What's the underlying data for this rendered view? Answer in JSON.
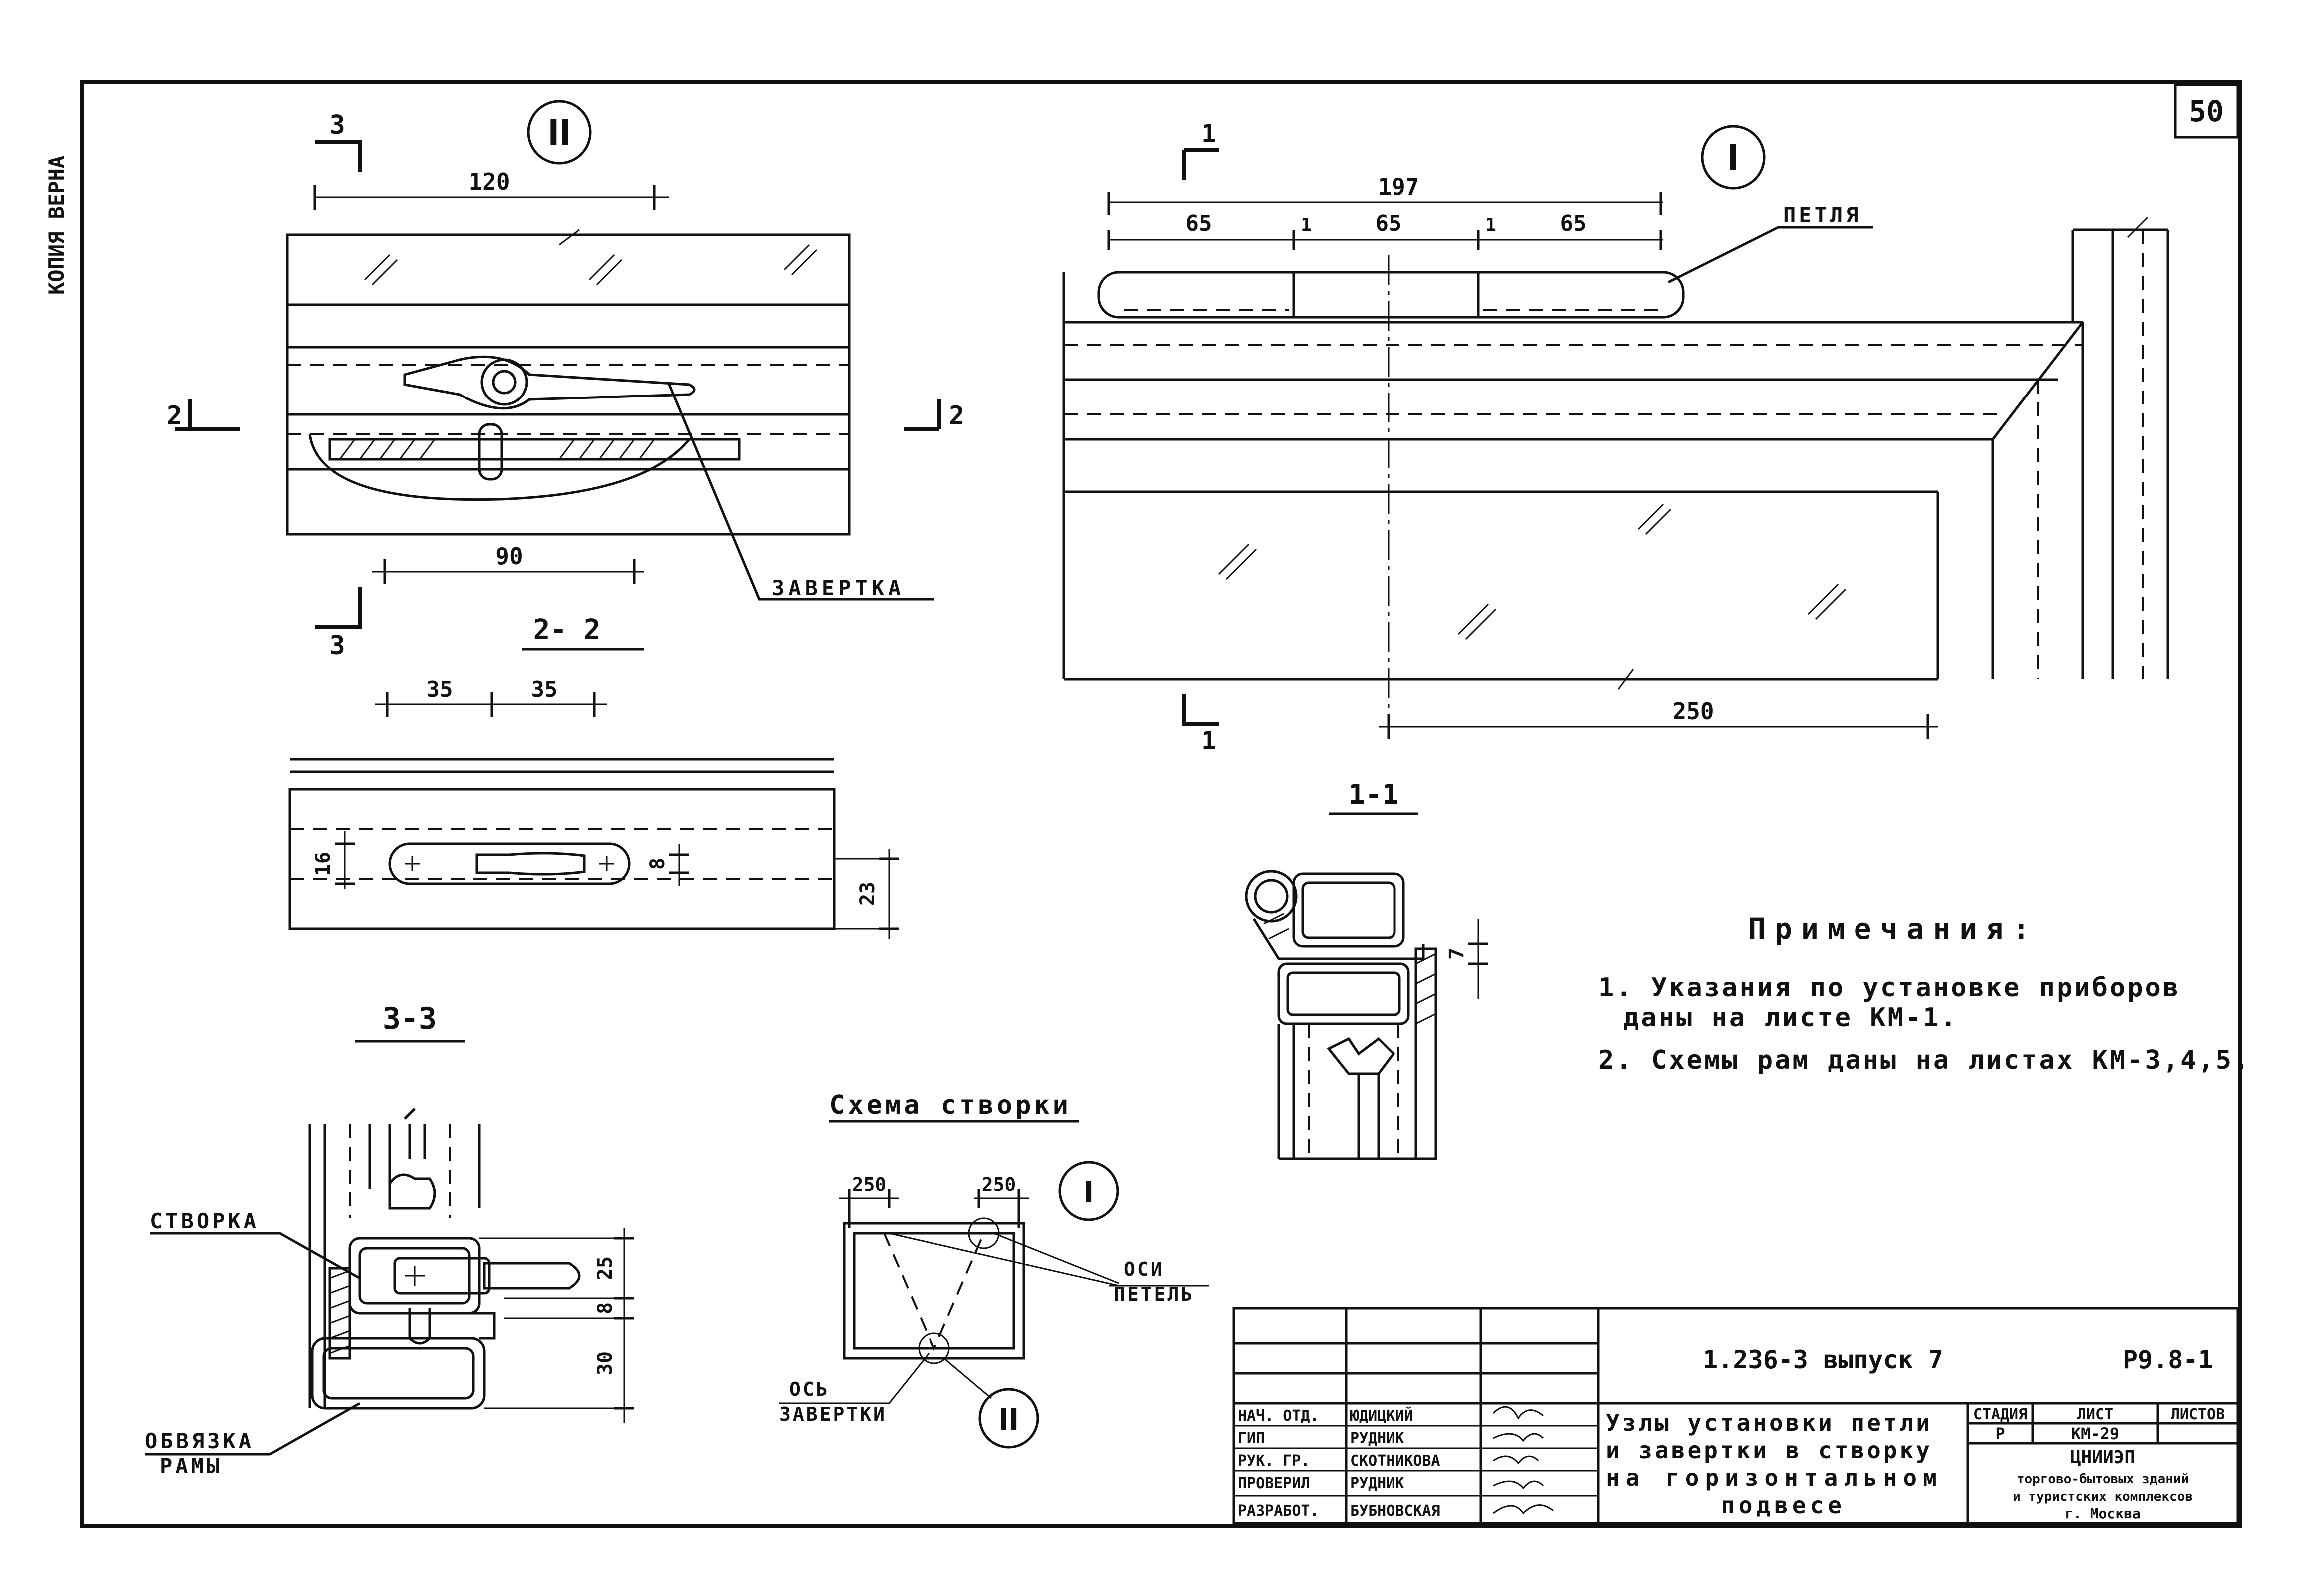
{
  "margin_note": "КОПИЯ ВЕРНА",
  "sheet_number": "50",
  "nodes": {
    "node_two": "II",
    "node_one": "I"
  },
  "section_marks": {
    "s3": "3",
    "s2": "2",
    "s1": "1"
  },
  "view_titles": {
    "sec_2_2": "2- 2",
    "sec_3_3": "3-3",
    "sec_1_1": "1-1",
    "scheme": "Схема створки"
  },
  "dimensions": {
    "d120": "120",
    "d90": "90",
    "d35a": "35",
    "d35b": "35",
    "d16": "16",
    "d8": "8",
    "d23": "23",
    "d197": "197",
    "d65a": "65",
    "d1a": "1",
    "d65b": "65",
    "d1b": "1",
    "d65c": "65",
    "d250": "250",
    "d7": "7",
    "d25": "25",
    "d8b": "8",
    "d30": "30",
    "d250s1": "250",
    "d250s2": "250"
  },
  "callouts": {
    "zavertka": "ЗАВЕРТКА",
    "petlya": "ПЕТЛЯ",
    "stvorka": "СТВОРКА",
    "obvyazka_1": "ОБВЯЗКА",
    "obvyazka_2": "РАМЫ",
    "os_petel_1": "ОСИ",
    "os_petel_2": "ПЕТЕЛЬ",
    "os_zav_1": "ОСЬ",
    "os_zav_2": "ЗАВЕРТКИ",
    "scheme_I": "I",
    "scheme_II": "II"
  },
  "notes": {
    "title": "Примечания:",
    "n1_line1": "1. Указания по установке приборов",
    "n1_line2": "даны на листе КМ-1.",
    "n2": "2. Схемы рам даны на листах КМ-3,4,5."
  },
  "title_block": {
    "doc_code": "1.236-3 выпуск 7",
    "ref": "Р9.8-1",
    "title_line1": "Узлы установки петли",
    "title_line2": "и завертки в створку",
    "title_line3": "на горизонтальном",
    "title_line4": "подвесе",
    "col_stage": "СТАДИЯ",
    "col_sheet": "ЛИСТ",
    "col_sheets": "ЛИСТОВ",
    "stage": "Р",
    "sheet": "КМ-29",
    "org1": "ЦНИИЭП",
    "org2": "торгово-бытовых зданий",
    "org3": "и туристских комплексов",
    "org4": "г. Москва",
    "people": [
      {
        "role": "НАЧ. ОТД.",
        "name": "ЮДИЦКИЙ"
      },
      {
        "role": "ГИП",
        "name": "РУДНИК"
      },
      {
        "role": "РУК. ГР.",
        "name": "СКОТНИКОВА"
      },
      {
        "role": "ПРОВЕРИЛ",
        "name": "РУДНИК"
      },
      {
        "role": "РАЗРАБОТ.",
        "name": "БУБНОВСКАЯ"
      }
    ]
  }
}
